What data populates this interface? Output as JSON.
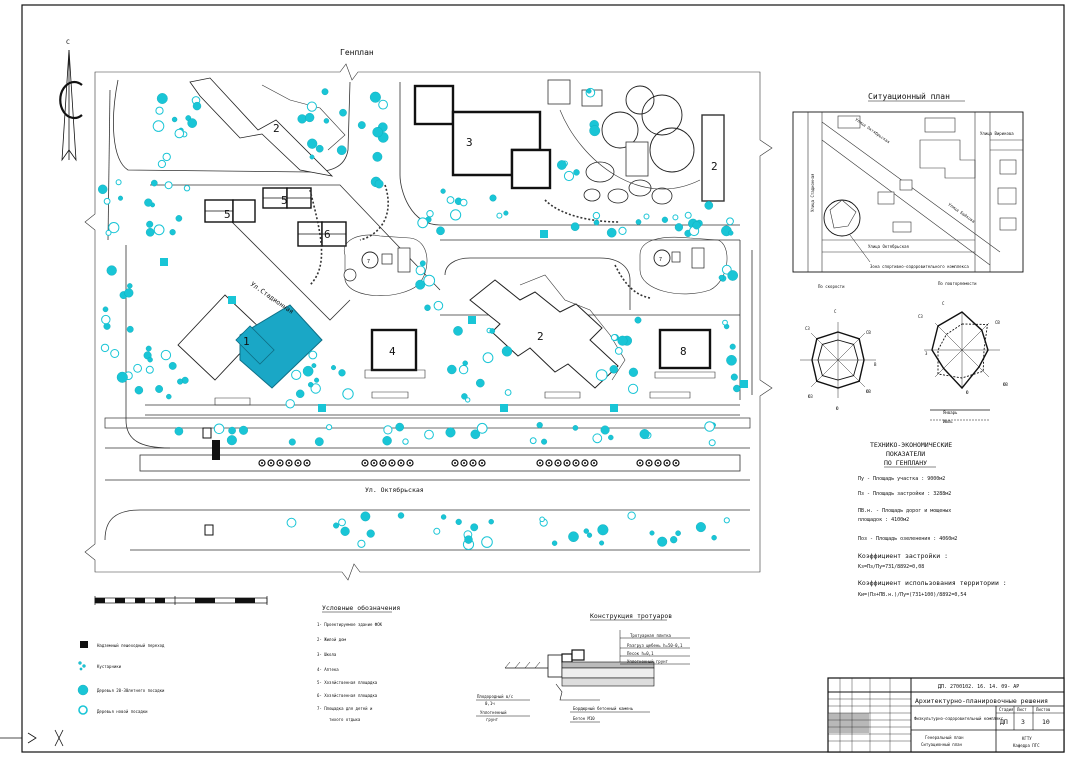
{
  "genplan": {
    "title": "Генплан",
    "north_label": "С",
    "street_vertical": "Ул.Стадионная",
    "street_horizontal": "Ул. Октябрьская",
    "building_numbers": {
      "b1": "1",
      "b2a": "2",
      "b2b": "2",
      "b2c": "2",
      "b3": "3",
      "b4": "4",
      "b5a": "5",
      "b5b": "5",
      "b6": "6",
      "b7a": "7",
      "b7b": "7",
      "b8": "8"
    }
  },
  "situation": {
    "title": "Ситуационный план",
    "street_1": "Улица Вирикова",
    "street_2": "Улица Октябрьская",
    "street_3": "Улица Байкова",
    "street_4": "Улица Октябрьская",
    "street_5": "Улица Стадионная",
    "note": "Зона спортивно-оздоровительного комплекса"
  },
  "wind_rose": {
    "speed_title": "По скорости",
    "freq_title": "По повторяемости",
    "dirs": {
      "n": "С",
      "nw": "СЗ",
      "ne": "СВ",
      "e": "В",
      "se": "ЮВ",
      "s": "Ю",
      "sw": "ЮЗ",
      "w": "З"
    },
    "legend_jan": "Январь",
    "legend_jul": "Июль"
  },
  "tep": {
    "title_1": "ТЕХНИКО-ЭКОНОМИЧЕСКИЕ",
    "title_2": "ПОКАЗАТЕЛИ",
    "title_3": "ПО ГЕНПЛАНУ",
    "pu": "Пу - Площадь участка :  9000м2",
    "pz": "Пз - Площадь застройки :  3288м2",
    "pvn_1": "ПВ.н. - Площадь дорог и мощеных",
    "pvn_2": "площадок :  4100м2",
    "poz": "Поз - Площадь озеленения :  4060м2",
    "kz_title": "Коэффициент застройки :",
    "kz_val": "Кз=Пз/Пу=731/8892=0,08",
    "ki_title": "Коэффициент использования территории :",
    "ki_val": "Ки=(Пз+ПВ.н.)/Пу=(731+100)/8892=0,54"
  },
  "legend": {
    "title": "Условные обозначения",
    "items": [
      "1- Проектируемое здание ФОК",
      "2- Жилой дом",
      "3- Школа",
      "4- Аптека",
      "5- Хозяйственная площадка",
      "6- Хозяйственная площадка",
      "7- Площадка для детей и",
      "тихого отдыха"
    ],
    "crossing": "Надземный пешеходный переход",
    "shrubs": "Кустарники",
    "trees_old": "Деревья 20-30летнего посадки",
    "trees_young": "Деревья новой посадки"
  },
  "sidewalk": {
    "title": "Конструкция тротуаров",
    "layers": [
      "Тротуарная плитка",
      "Разгруз щебень h=50-0,1",
      "Песок h=0,1",
      "Уплотненный грунт"
    ],
    "left_1": "Плодородный в/с",
    "left_2": "0,1ч",
    "left_3": "Уплотненный",
    "left_4": "грунт",
    "bottom_1": "Бордюрный бетонный камень",
    "bottom_2": "Бетон М10"
  },
  "stamp": {
    "code": "ДП. 2700102. 16. 14. 09- АР",
    "project": "Архитектурно-планировочные решения",
    "subject": "Физкультурно-оздоровительный комплекс",
    "stage_h": "Стадия",
    "sheet_h": "Лист",
    "sheets_h": "Листов",
    "stage": "ДП",
    "sheet": "3",
    "sheets": "10",
    "drawing_1": "Генеральный план",
    "drawing_2": "Ситуационный план",
    "org_1": "КГТУ",
    "org_2": "Кафедра ПГС"
  }
}
